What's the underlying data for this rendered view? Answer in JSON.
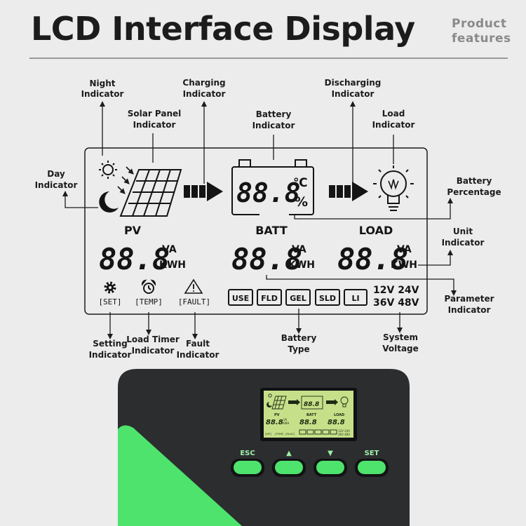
{
  "header": {
    "title": "LCD Interface Display",
    "features_line1": "Product",
    "features_line2": "features"
  },
  "callouts": {
    "night": [
      "Night",
      "Indicator"
    ],
    "solar": [
      "Solar Panel",
      "Indicator"
    ],
    "charging": [
      "Charging",
      "Indicator"
    ],
    "battery": [
      "Battery",
      "Indicator"
    ],
    "discharging": [
      "Discharging",
      "Indicator"
    ],
    "load": [
      "Load",
      "Indicator"
    ],
    "day": [
      "Day",
      "Indicator"
    ],
    "batt_pct": [
      "Battery",
      "Percentage"
    ],
    "unit": [
      "Unit",
      "Indicator"
    ],
    "parameter": [
      "Parameter",
      "Indicator"
    ],
    "setting": [
      "Setting",
      "Indicator"
    ],
    "load_timer": [
      "Load Timer",
      "Indicator"
    ],
    "fault": [
      "Fault",
      "Indicator"
    ],
    "battery_type": [
      "Battery",
      "Type"
    ],
    "system_voltage": [
      "System",
      "Voltage"
    ]
  },
  "lcd": {
    "battery_readout": "88.8",
    "celsius": "℃",
    "percent": "%",
    "pv_label": "PV",
    "batt_label": "BATT",
    "load_label": "LOAD",
    "pv_value": "88.8",
    "batt_value": "88.8",
    "load_value": "88.8",
    "unit_va": "VA",
    "unit_kwh": "KWH",
    "set_label": "[SET]",
    "temp_label": "[TEMP]",
    "fault_label": "[FAULT]",
    "battery_types": [
      "USE",
      "FLD",
      "GEL",
      "SLD",
      "LI"
    ],
    "voltage_row1": "12V 24V",
    "voltage_row2": "36V 48V"
  },
  "device": {
    "buttons": [
      "ESC",
      "▲",
      "▼",
      "SET"
    ],
    "colors": {
      "body": "#2c2d2f",
      "accent": "#4ee36d",
      "lcd": "#c6e08a"
    }
  }
}
